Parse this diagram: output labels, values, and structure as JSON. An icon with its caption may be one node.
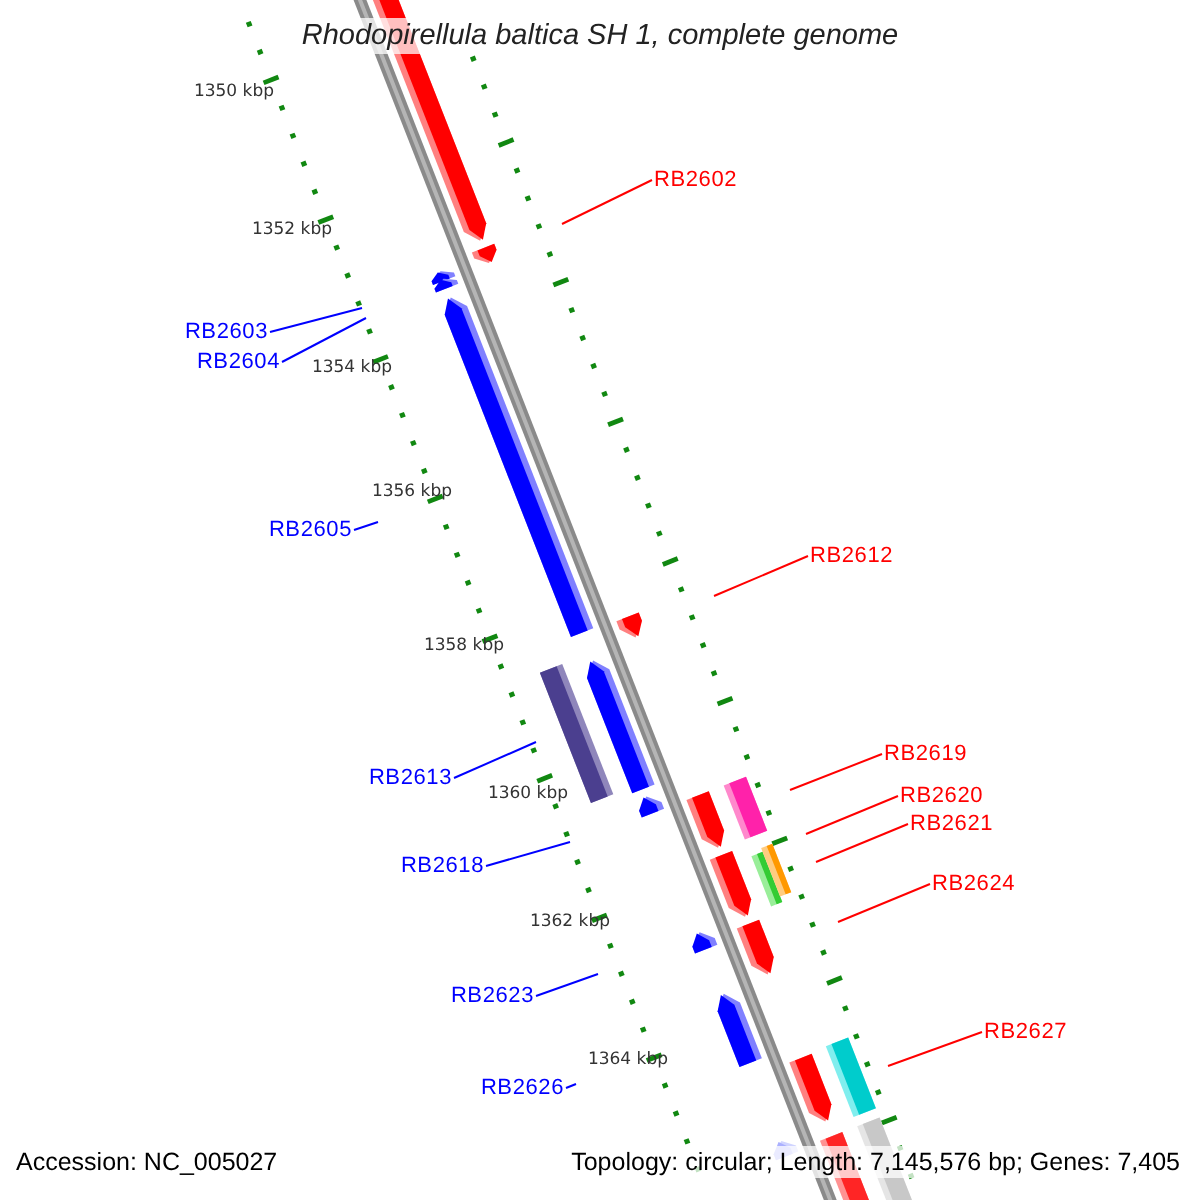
{
  "diagram": {
    "title": "Rhodopirellula baltica SH 1, complete genome",
    "nodes": [
      {
        "text": [
          "RB2602"
        ]
      },
      {
        "text": [
          "RB2603"
        ]
      },
      {
        "text": [
          "RB2604"
        ]
      },
      {
        "text": [
          "RB2605"
        ]
      },
      {
        "text": [
          "RB2612"
        ]
      },
      {
        "text": [
          "RB2619"
        ]
      },
      {
        "text": [
          "RB2613"
        ]
      },
      {
        "text": [
          "RB2620"
        ]
      },
      {
        "text": [
          "RB2621"
        ]
      },
      {
        "text": [
          "RB2618"
        ]
      },
      {
        "text": [
          "RB2624"
        ]
      },
      {
        "text": [
          "RB2623"
        ]
      },
      {
        "text": [
          "RB2627"
        ]
      },
      {
        "text": [
          "RB2626"
        ]
      }
    ],
    "edges": [
      {
        "from": 0,
        "to": null,
        "arrow": "none",
        "color": "#ff0000"
      },
      {
        "from": 1,
        "to": null,
        "arrow": "none",
        "color": "#0000ff"
      },
      {
        "from": 2,
        "to": null,
        "arrow": "none",
        "color": "#0000ff"
      },
      {
        "from": 3,
        "to": null,
        "arrow": "none",
        "color": "#0000ff"
      },
      {
        "from": 4,
        "to": null,
        "arrow": "none",
        "color": "#ff0000"
      },
      {
        "from": 5,
        "to": null,
        "arrow": "none",
        "color": "#ff0000"
      },
      {
        "from": 6,
        "to": null,
        "arrow": "none",
        "color": "#0000ff"
      },
      {
        "from": 7,
        "to": null,
        "arrow": "none",
        "color": "#ff0000"
      },
      {
        "from": 8,
        "to": null,
        "arrow": "none",
        "color": "#ff0000"
      },
      {
        "from": 9,
        "to": null,
        "arrow": "none",
        "color": "#0000ff"
      },
      {
        "from": 10,
        "to": null,
        "arrow": "none",
        "color": "#ff0000"
      },
      {
        "from": 11,
        "to": null,
        "arrow": "none",
        "color": "#0000ff"
      },
      {
        "from": 12,
        "to": null,
        "arrow": "none",
        "color": "#ff0000"
      },
      {
        "from": 13,
        "to": null,
        "arrow": "none",
        "color": "#0000ff"
      }
    ],
    "labels": [
      "1350 kbp",
      "1352 kbp",
      "1354 kbp",
      "1356 kbp",
      "1358 kbp",
      "1360 kbp",
      "1362 kbp",
      "1364 kbp",
      "Accession: NC_005027",
      "Topology: circular; Length: 7,145,576 bp; Genes: 7,405"
    ]
  }
}
